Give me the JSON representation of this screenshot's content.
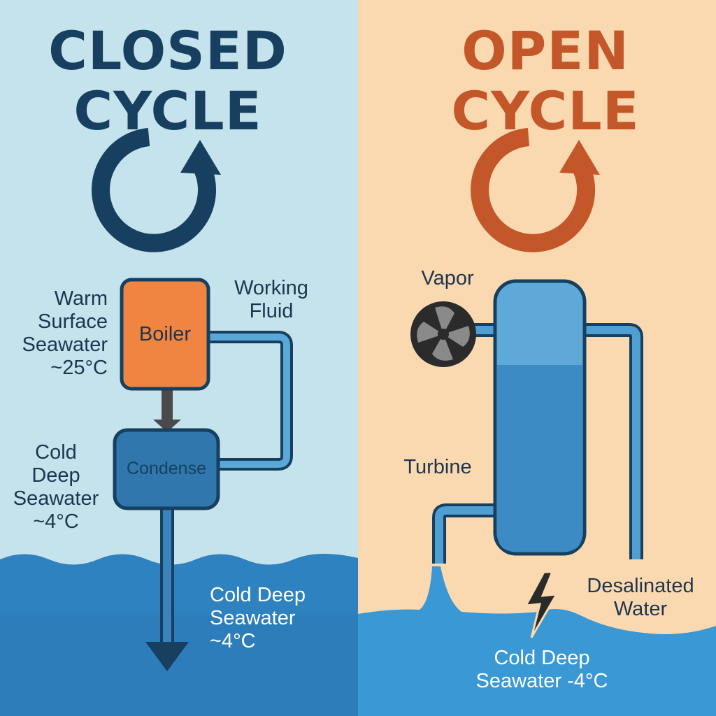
{
  "colors": {
    "closed_bg": "#c5e3ec",
    "open_bg": "#fbd9b0",
    "closed_accent": "#173f5f",
    "open_accent": "#c4572a",
    "boiler": "#ef8540",
    "condenser": "#2f77ad",
    "pipe": "#3d8bc4",
    "sea_closed": "#2f82c0",
    "sea_open": "#3a98d4",
    "chamber": "#5fa9d8",
    "label_dark": "#1c3550",
    "label_light": "#ffffff",
    "lightning": "#2a2a2a"
  },
  "closed": {
    "title_line1": "CLOSED",
    "title_line2": "CYCLE",
    "cycle_icon": "circular-arrow-icon",
    "boiler_label": "Boiler",
    "condenser_label": "Condense",
    "working_fluid_line1": "Working",
    "working_fluid_line2": "Fluid",
    "warm_line1": "Warm",
    "warm_line2": "Surface",
    "warm_line3": "Seawater",
    "warm_line4": "~25°C",
    "cold_line1": "Cold",
    "cold_line2": "Deep",
    "cold_line3": "Seawater",
    "cold_line4": "~4°C",
    "sea_line1": "Cold Deep",
    "sea_line2": "Seawater",
    "sea_line3": "~4°C"
  },
  "open": {
    "title_line1": "OPEN",
    "title_line2": "CYCLE",
    "cycle_icon": "circular-arrow-icon",
    "vapor_label": "Vapor",
    "turbine_label": "Turbine",
    "desal_line1": "Desalinated",
    "desal_line2": "Water",
    "sea_line1": "Cold Deep",
    "sea_line2": "Seawater -4°C",
    "power_icon": "lightning-icon",
    "fan_icon": "turbine-fan-icon"
  }
}
